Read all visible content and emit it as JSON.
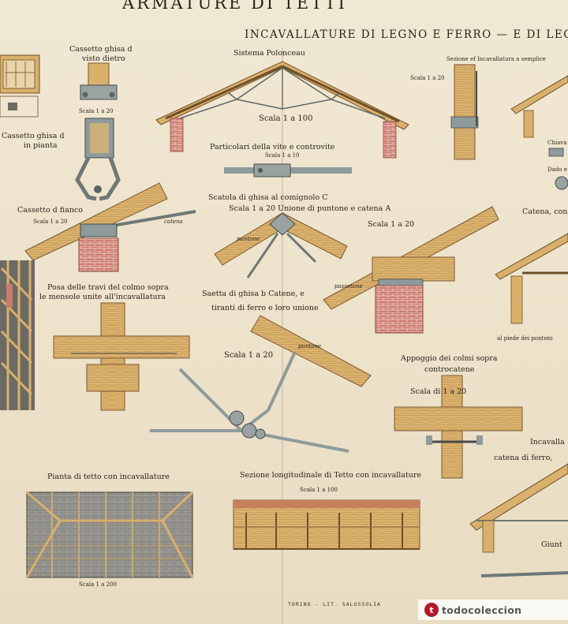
{
  "titles": {
    "main": "ARMATURE DI TETTI",
    "section": "INCAVALLATURE DI LEGNO E FERRO — E DI LEGNO"
  },
  "labels": {
    "sistema_polonceau": "Sistema Polonceau",
    "scala_1_100_top": "Scala 1 a 100",
    "sezione_ef": "Sezione ef Incavallatura a semplice",
    "scala_1_20_sez": "Scala 1 a 20",
    "cassetto_visto_1": "Cassetto ghisa d",
    "cassetto_visto_2": "visto dietro",
    "scala_1_20_a": "Scala 1 a 20",
    "cassetto_pianta_1": "Cassetto ghisa d",
    "cassetto_pianta_2": "in pianta",
    "particolari": "Particolari della vite e controvite",
    "scala_1_10": "Scala 1 a 10",
    "chiavarda": "Chiava",
    "dado": "Dado e",
    "cassetto_fianco": "Cassetto d fianco",
    "scala_1_20_b": "Scala 1 a 20",
    "catena_word": "catena",
    "scatola": "Scatola di ghisa al comignolo C",
    "scala_1_20_c": "Scala      1  a 20  Unione di puntone  e  catena A",
    "scala_1_20_d": "Scala 1 a 20",
    "puntone_word_1": "puntone",
    "passetone_word": "passetone",
    "catena_con": "Catena, con",
    "posa_1": "Posa delle travi del colmo sopra",
    "posa_2": "le mensole unite all'incavallatura",
    "saetta_1": "Saetta di ghisa b Catene, e",
    "saetta_2": "tiranti di ferro e loro unione",
    "scala_1_20_e": "Scala 1 a 20",
    "puntone_word_2": "puntone",
    "appoggio_1": "Appoggio dei colmi sopra",
    "appoggio_2": "controcatene",
    "scala_1_20_f": "Scala di      1 a 20",
    "al_piede": "al piede dei pontoni",
    "incavalla": "Incavalla",
    "catena_ferro": "catena di ferro,",
    "pianta_tetto": "Pianta di tetto con incavallature",
    "sezione_long": "Sezione longitudinale di Tetto con incavallature",
    "scala_1_100_b": "Scala 1 a 100",
    "scala_1_200": "Scala 1 a 200",
    "giunt": "Giunt",
    "footer": "TORINO - LIT. SALUSSOLIA"
  },
  "watermark": "todocoleccion",
  "colors": {
    "paper": "#eee4cc",
    "wood": "#d9b06c",
    "wood_dark": "#a67a3c",
    "iron": "#8f9a9a",
    "brick": "#c8746a",
    "ink": "#2c241c",
    "roof_plan": "#8d8c86"
  }
}
